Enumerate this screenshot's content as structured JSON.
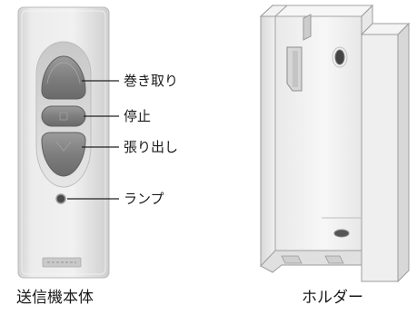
{
  "remote": {
    "caption": "送信機本体",
    "labels": {
      "up": "巻き取り",
      "stop": "停止",
      "down": "張り出し",
      "lamp": "ランプ"
    }
  },
  "holder": {
    "caption": "ホルダー"
  }
}
